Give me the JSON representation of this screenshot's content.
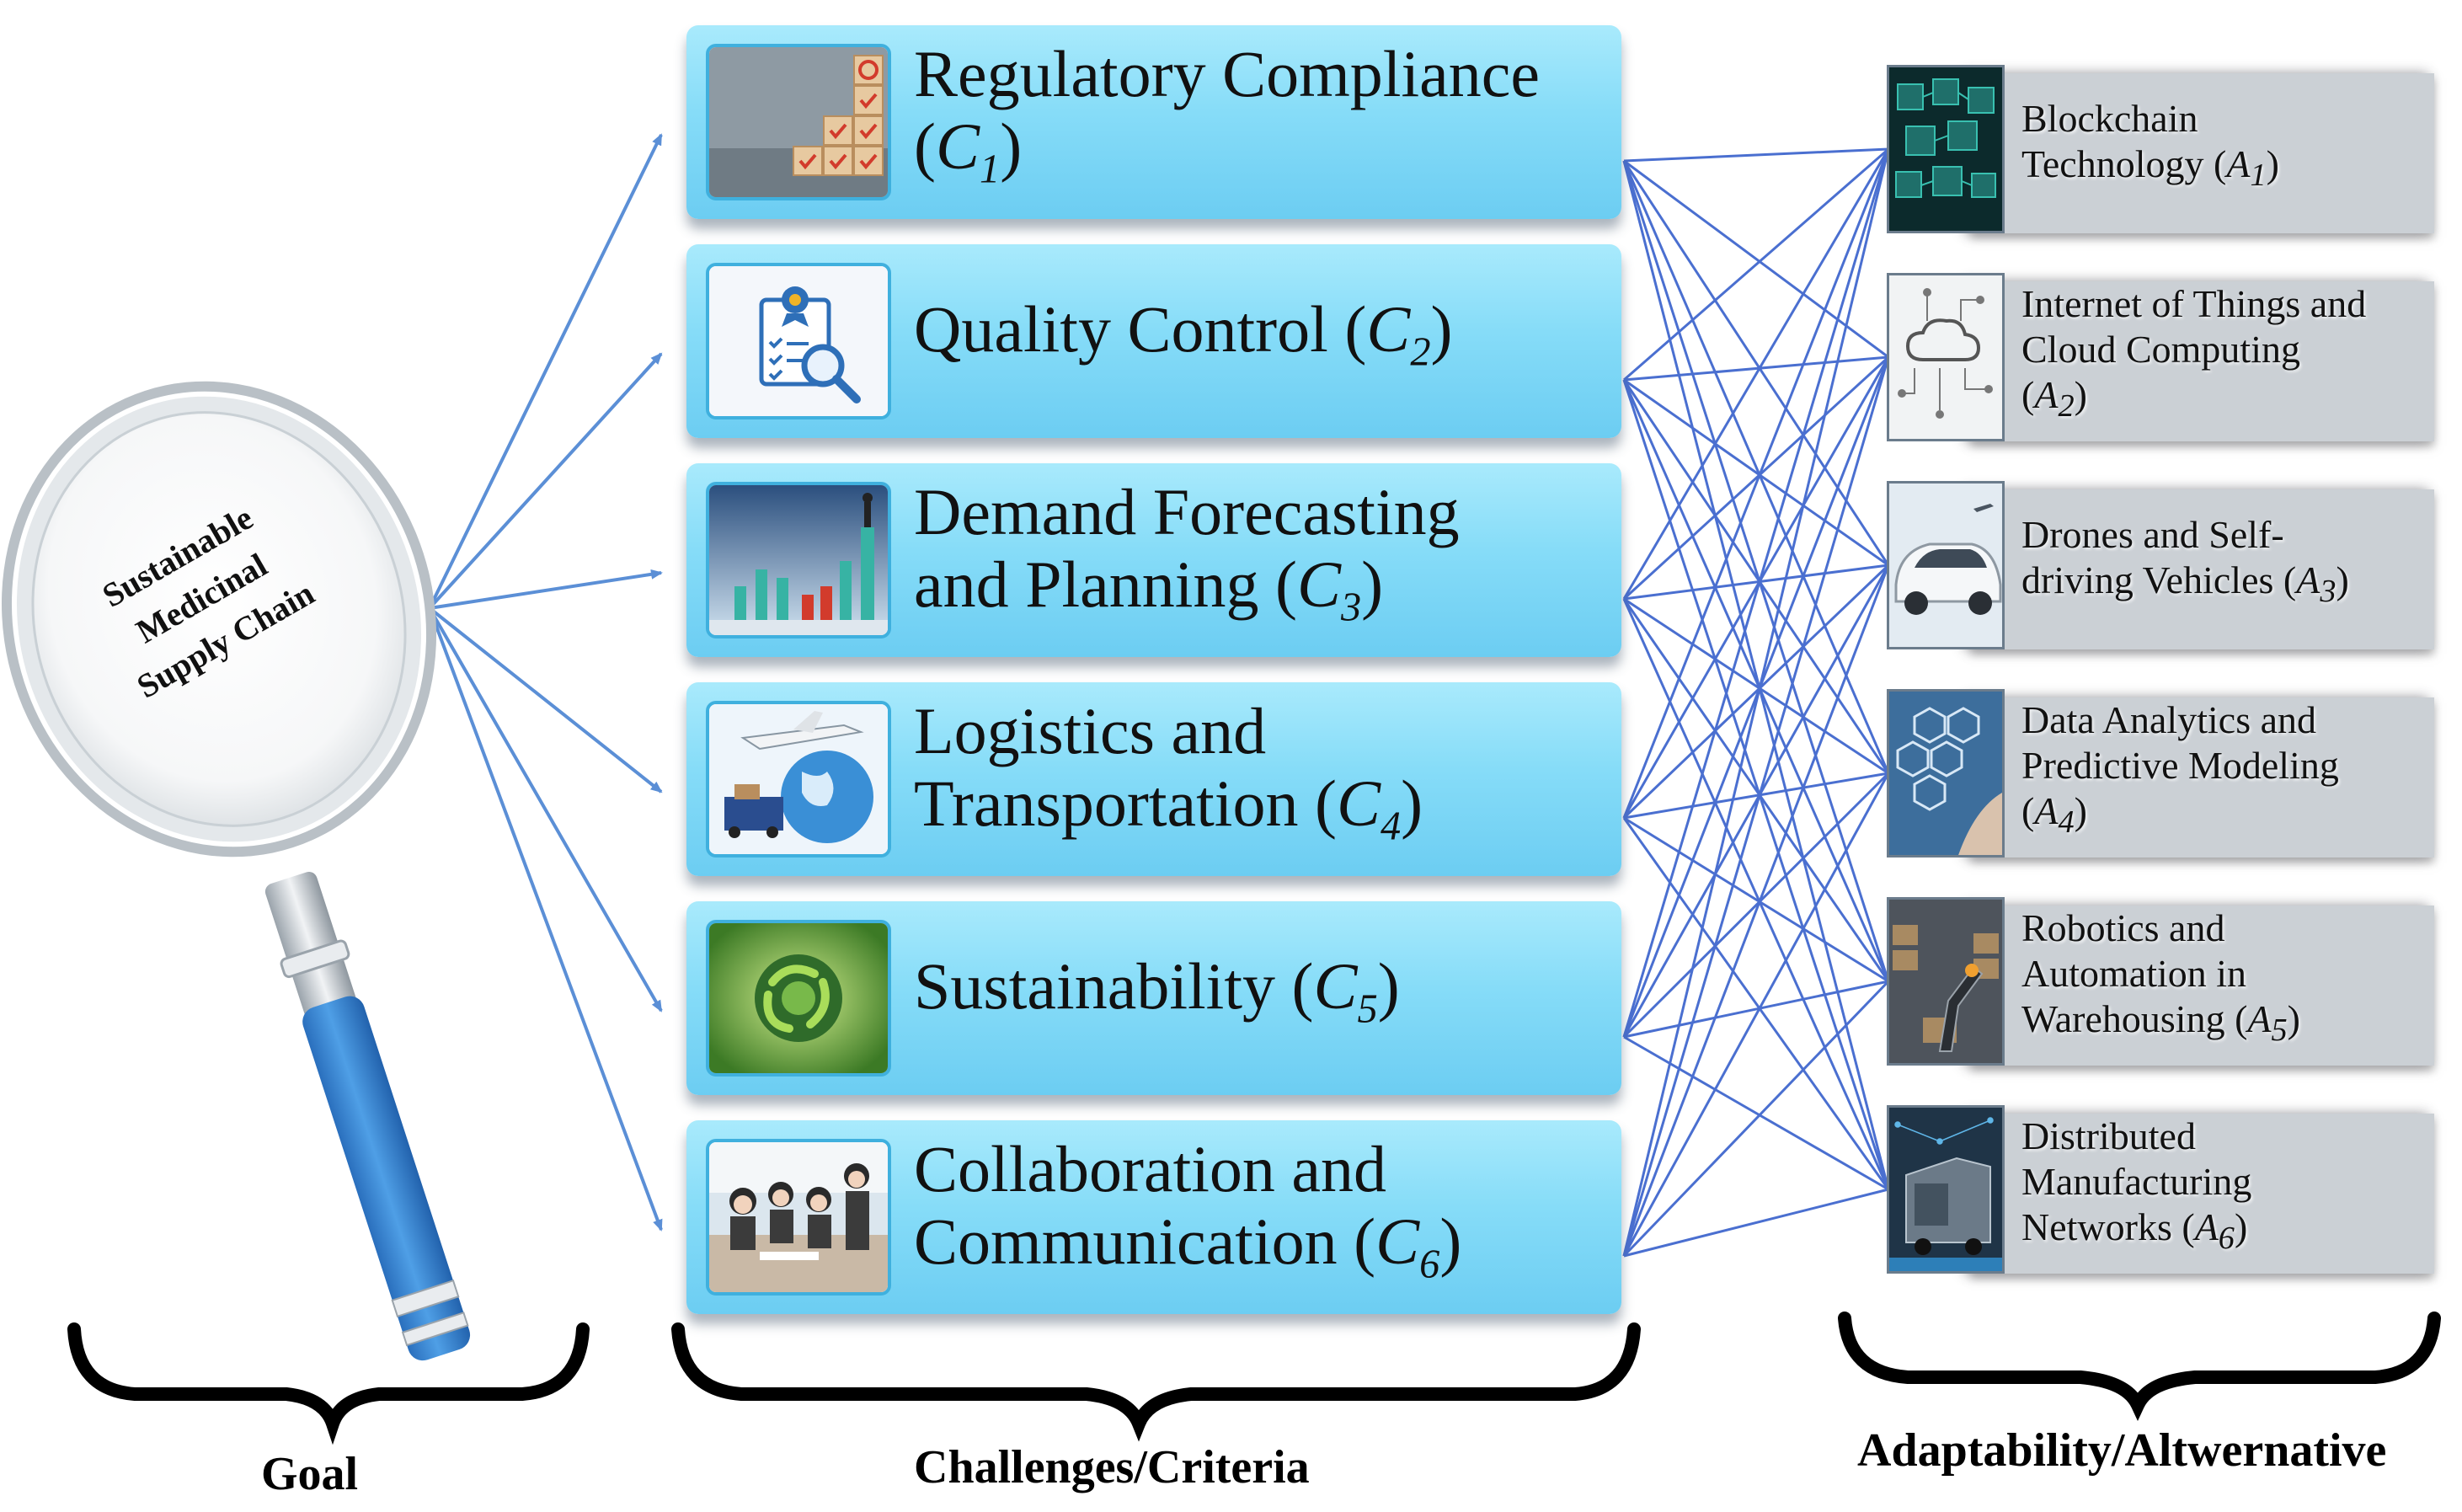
{
  "goal": {
    "lens_text": [
      "Sustainable",
      "Medicinal",
      "Supply Chain"
    ],
    "label": "Goal"
  },
  "criteria": {
    "label": "Challenges/Criteria",
    "items": [
      {
        "name": "Regulatory Compliance",
        "symbol": "C",
        "sub": "1",
        "image": "checkmark-blocks-image"
      },
      {
        "name": "Quality Control",
        "symbol": "C",
        "sub": "2",
        "image": "quality-checklist-image"
      },
      {
        "name": "Demand Forecasting and Planning",
        "symbol": "C",
        "sub": "3",
        "image": "bar-chart-growth-image"
      },
      {
        "name": "Logistics and Transportation",
        "symbol": "C",
        "sub": "4",
        "image": "cargo-plane-globe-image"
      },
      {
        "name": "Sustainability",
        "symbol": "C",
        "sub": "5",
        "image": "green-earth-recycle-image"
      },
      {
        "name": "Collaboration and Communication",
        "symbol": "C",
        "sub": "6",
        "image": "team-meeting-image"
      }
    ]
  },
  "alternatives": {
    "label": "Adaptability/Altwernative",
    "items": [
      {
        "name": "Blockchain Technology",
        "symbol": "A",
        "sub": "1",
        "image": "blockchain-cubes-image"
      },
      {
        "name": "Internet of Things and Cloud Computing",
        "symbol": "A",
        "sub": "2",
        "image": "iot-cloud-image"
      },
      {
        "name": "Drones and Self-driving Vehicles",
        "symbol": "A",
        "sub": "3",
        "image": "self-driving-car-image"
      },
      {
        "name": "Data Analytics and Predictive Modeling",
        "symbol": "A",
        "sub": "4",
        "image": "analytics-icons-image"
      },
      {
        "name": "Robotics and Automation in Warehousing",
        "symbol": "A",
        "sub": "5",
        "image": "warehouse-robot-arm-image"
      },
      {
        "name": "Distributed Manufacturing Networks",
        "symbol": "A",
        "sub": "6",
        "image": "truck-network-image"
      }
    ]
  },
  "colors": {
    "criteria_box": "#86dcf8",
    "criteria_border": "#3fb0de",
    "link_line": "#4a6fd0",
    "goal_arrow": "#5b8fd6",
    "magnifier_handle": "#3a87d4",
    "alt_panel": "#cbd0d5"
  }
}
